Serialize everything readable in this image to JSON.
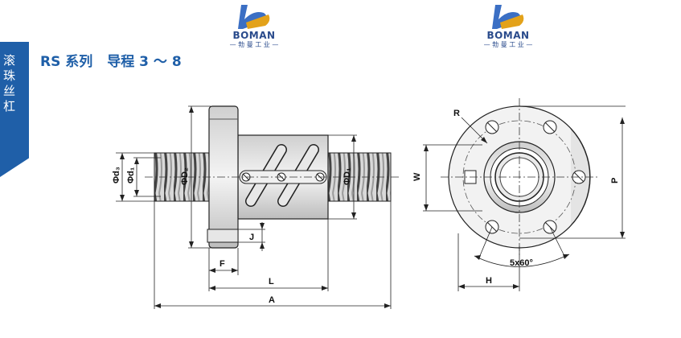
{
  "side_tab": {
    "chars": [
      "滚",
      "珠",
      "丝",
      "杠"
    ]
  },
  "logos": [
    {
      "brand": "BOMAN",
      "sub": "— 勃 曼 工 业 —"
    },
    {
      "brand": "BOMAN",
      "sub": "— 勃 曼 工 业 —"
    }
  ],
  "title": {
    "series": "RS 系列",
    "lead": "导程 3 ～ 8"
  },
  "colors": {
    "accent": "#1f5fa8",
    "logo": "#2a4b8c"
  },
  "labels": {
    "d3": "Φd₃",
    "d1": "Φd₁",
    "D2": "ΦD₂",
    "D1": "ΦD₁",
    "J": "J",
    "F": "F",
    "L": "L",
    "A": "A",
    "W": "W",
    "R": "R",
    "P": "P",
    "H": "H",
    "angle": "5x60°"
  }
}
